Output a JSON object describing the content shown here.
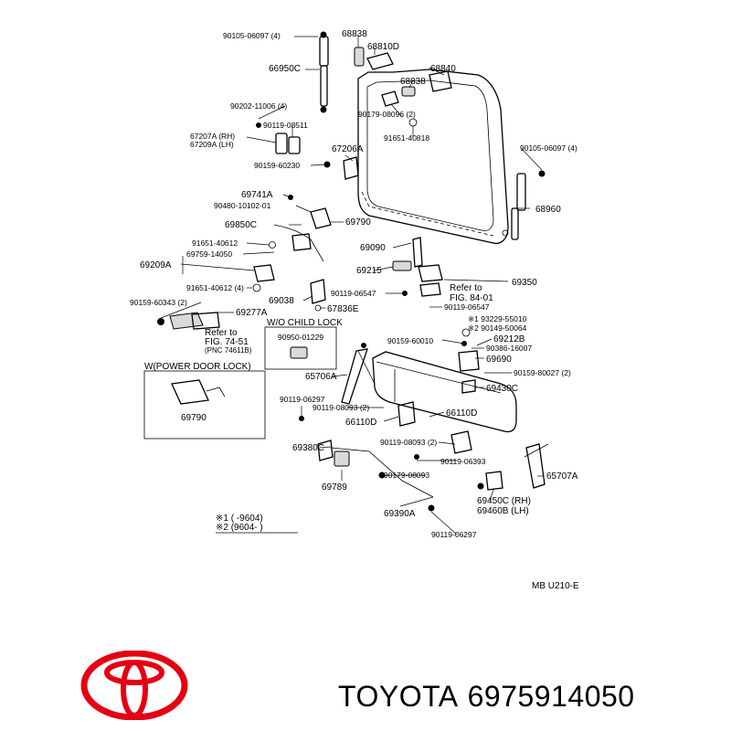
{
  "labels": {
    "l1": "90105-06097 (4)",
    "l2": "68838",
    "l3": "68810D",
    "l4": "66950C",
    "l5": "68840",
    "l6": "68838",
    "l7": "90202-11006 (4)",
    "l8": "90179-08096 (2)",
    "l9": "90119-08511",
    "l10": "67207A (RH)",
    "l11": "67209A (LH)",
    "l12": "91651-40818",
    "l13": "90105-06097 (4)",
    "l14": "67206A",
    "l15": "90159-60230",
    "l16": "68960",
    "l17": "69741A",
    "l18": "90480-10102-01",
    "l19": "69790",
    "l20": "69850C",
    "l21": "91651-40612",
    "l22": "69090",
    "l23": "69759-14050",
    "l24": "69209A",
    "l25": "69215",
    "l26": "69350",
    "l27": "Refer to",
    "l28": "FIG. 84-01",
    "l29": "91651-40612 (4)",
    "l30": "90119-06547",
    "l31": "90119-06547",
    "l32": "90159-60343 (2)",
    "l33": "69277A",
    "l34": "69038",
    "l35": "67836E",
    "l36": "Refer to",
    "l37": "FIG. 74-51",
    "l38": "(PNC 74611B)",
    "l39": "W/O CHILD LOCK",
    "l40": "※1 93229-55010",
    "l41": "※2 90149-50064",
    "l42": "90950-01229",
    "l43": "90159-60010",
    "l44": "69212B",
    "l45": "90386-16007",
    "l46": "W(POWER DOOR LOCK)",
    "l47": "65706A",
    "l48": "69690",
    "l49": "90159-80027 (2)",
    "l50": "69430C",
    "l51": "69790",
    "l52": "90119-06297",
    "l53": "90119-08093 (2)",
    "l54": "66110D",
    "l55": "66110D",
    "l56": "69380C",
    "l57": "90119-08093 (2)",
    "l58": "90119-06393",
    "l59": "69789",
    "l60": "90179-08093",
    "l61": "65707A",
    "l62": "69450C (RH)",
    "l63": "69460B (LH)",
    "l64": "69390A",
    "l65": "90119-06297",
    "l66": "※1 (      -9604)",
    "l67": "※2 (9604-      )",
    "l68": "MB  U210-E"
  },
  "footer": {
    "brand": "TOYOTA",
    "part_number": "6975914050"
  },
  "colors": {
    "logo_red": "#e50012",
    "ink": "#000000",
    "background": "#ffffff"
  },
  "icons": {
    "brand_logo": "toyota-logo-icon"
  }
}
